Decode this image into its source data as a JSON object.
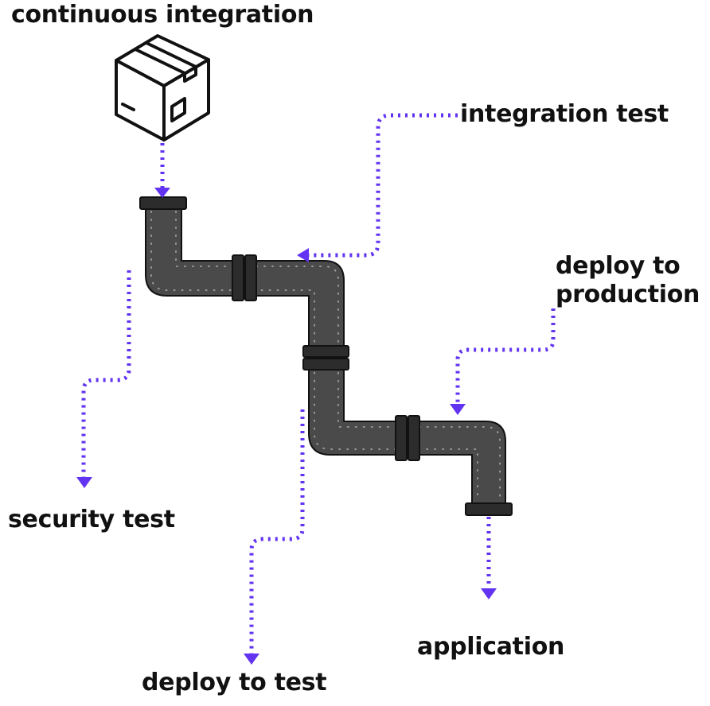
{
  "labels": {
    "continuous_integration": "continuous integration",
    "integration_test": "integration test",
    "deploy_to_production": [
      "deploy to",
      "production"
    ],
    "security_test": "security test",
    "application": "application",
    "deploy_to_test": "deploy to test"
  },
  "colors": {
    "arrow": "#6233f0",
    "pipe": "#4a4a4a",
    "pipe_dark": "#2c2c2c",
    "outline": "#111111",
    "text": "#111111"
  },
  "icons": {
    "box": "cardboard-box-icon"
  }
}
